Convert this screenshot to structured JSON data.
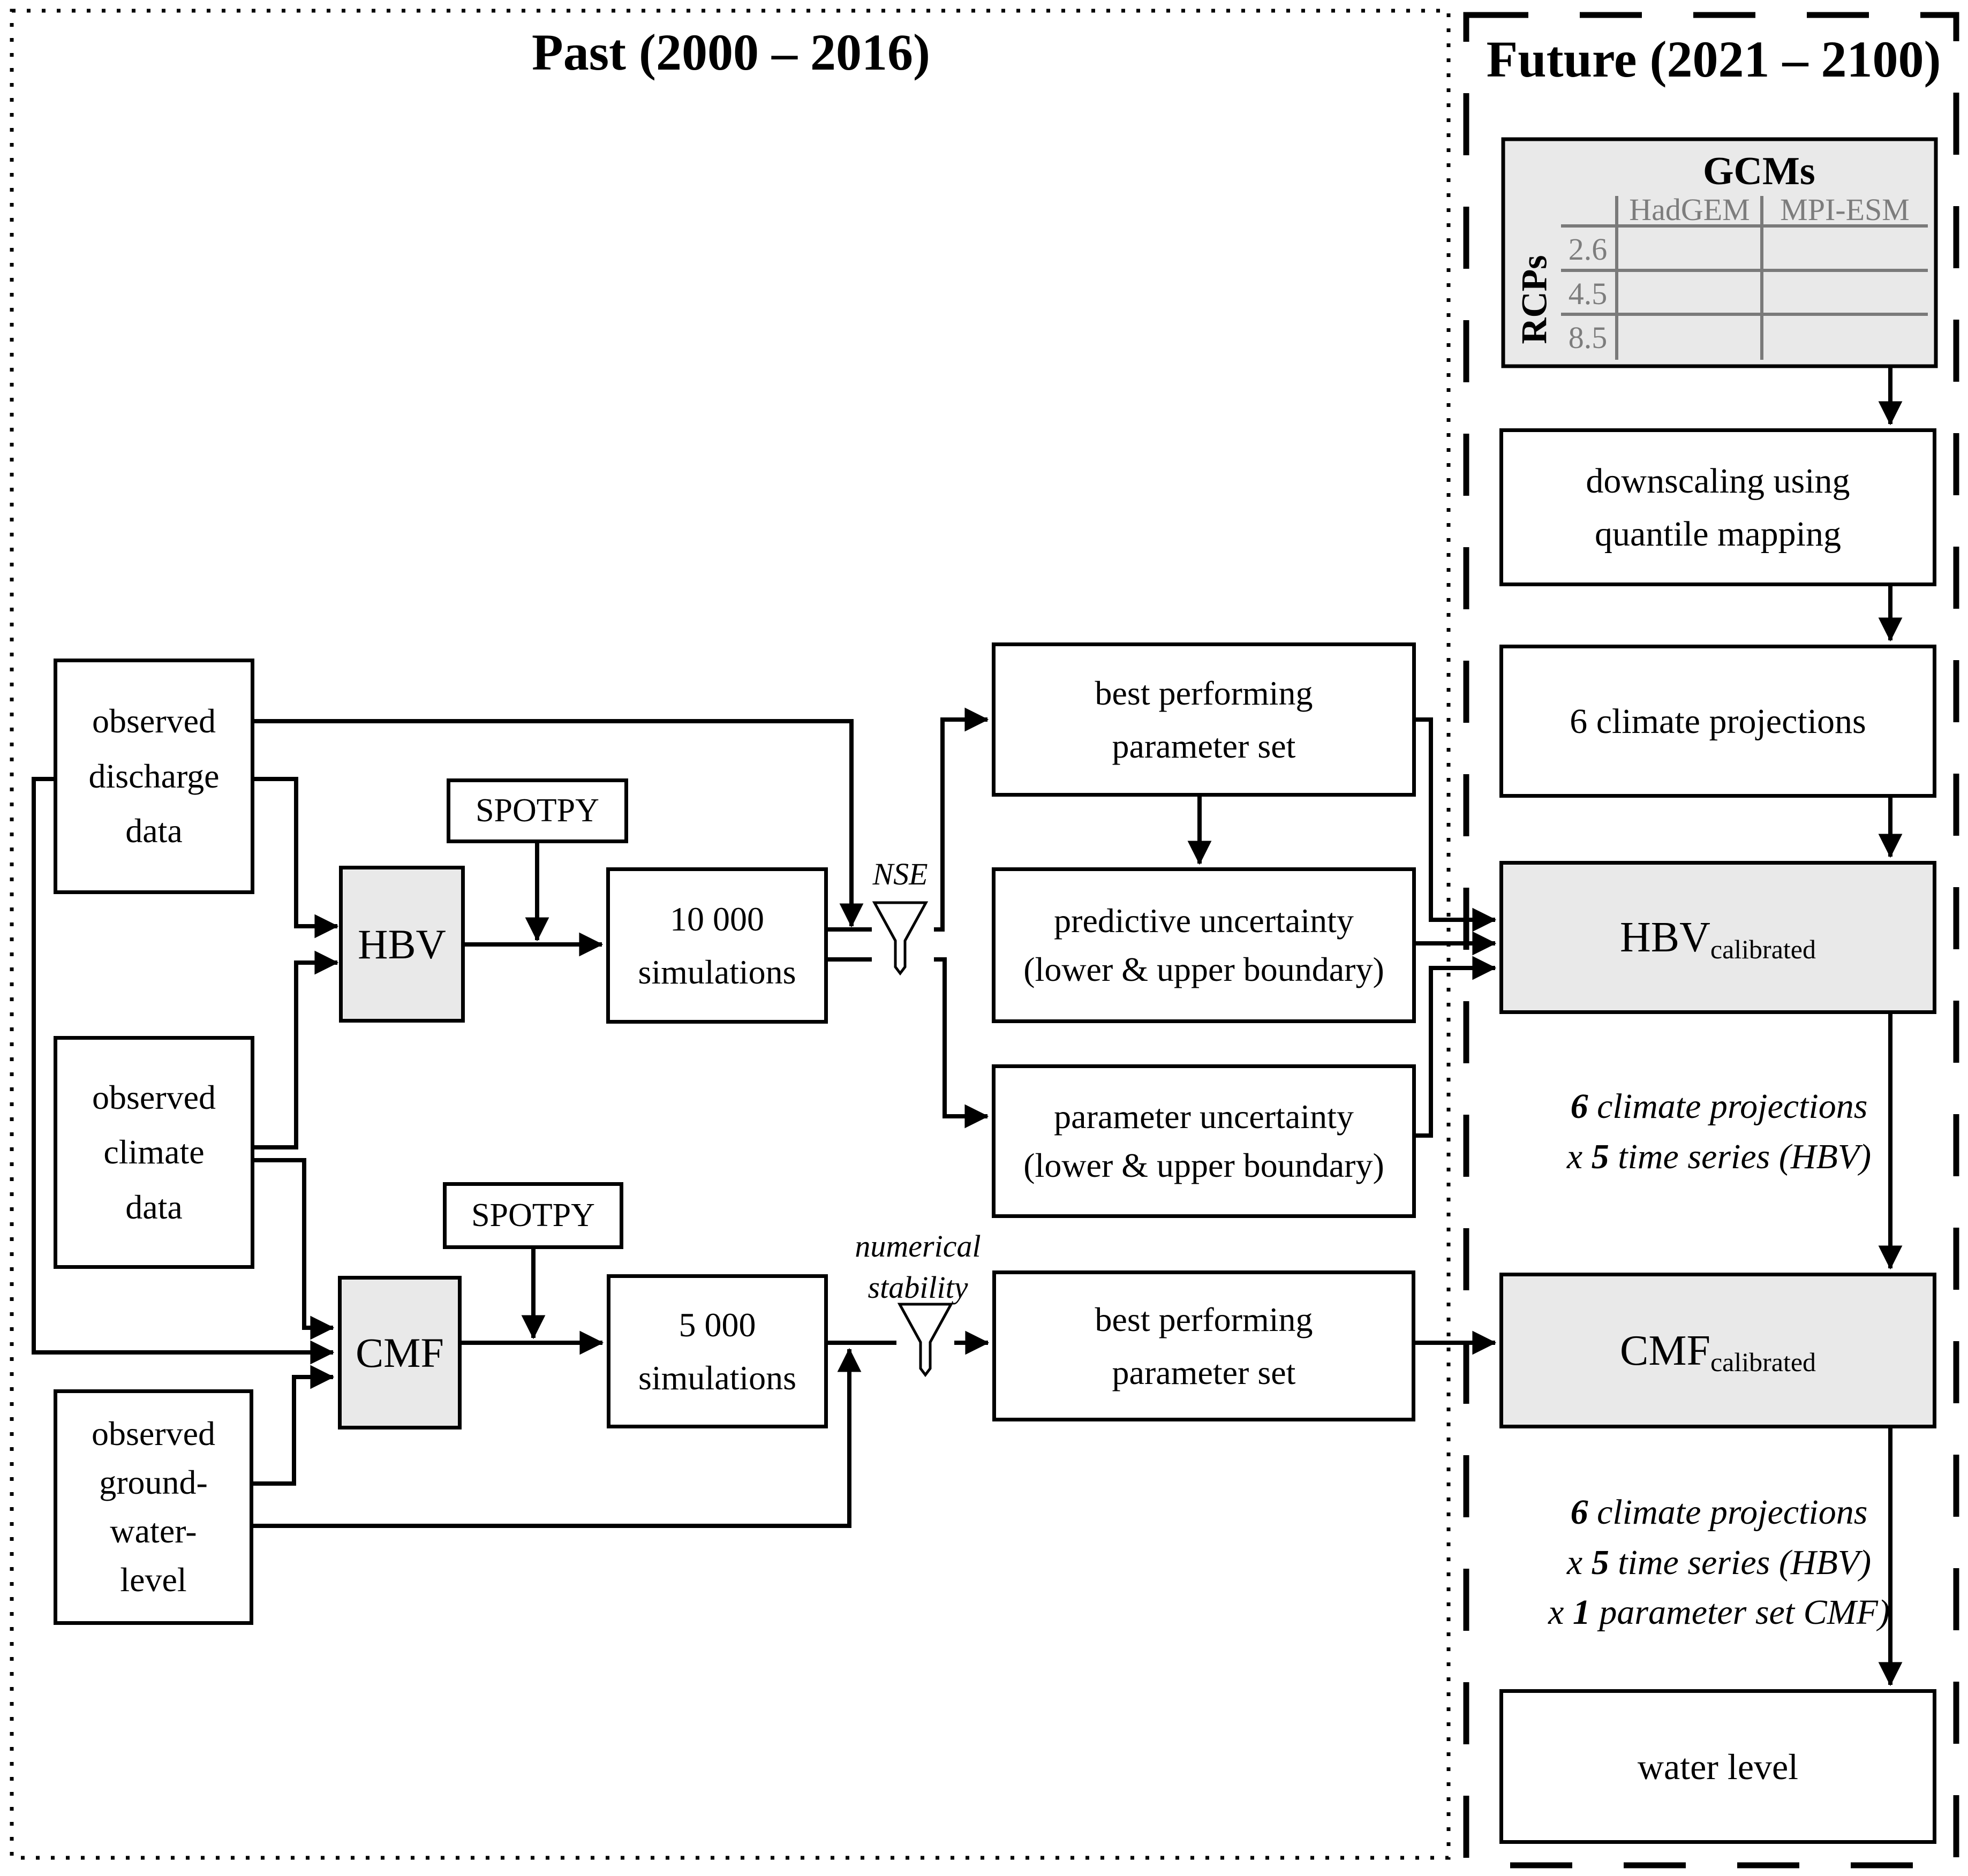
{
  "past_panel": {
    "title": "Past (2000 – 2016)"
  },
  "future_panel": {
    "title": "Future (2021 – 2100)"
  },
  "boxes": {
    "observed_discharge": {
      "lines": [
        "observed",
        "discharge",
        "data"
      ]
    },
    "observed_climate": {
      "lines": [
        "observed",
        "climate",
        "data"
      ]
    },
    "observed_groundwater": {
      "lines": [
        "observed",
        "ground-",
        "water-",
        "level"
      ]
    },
    "hbv": {
      "label": "HBV"
    },
    "cmf": {
      "label": "CMF"
    },
    "spotpy_hbv": {
      "label": "SPOTPY"
    },
    "spotpy_cmf": {
      "label": "SPOTPY"
    },
    "sim_10000": {
      "lines": [
        "10 000",
        "simulations"
      ]
    },
    "sim_5000": {
      "lines": [
        "5 000",
        "simulations"
      ]
    },
    "best_param_hbv": {
      "lines": [
        "best performing",
        "parameter set"
      ]
    },
    "predictive_uncertainty": {
      "lines": [
        "predictive uncertainty",
        "(lower & upper boundary)"
      ]
    },
    "parameter_uncertainty": {
      "lines": [
        "parameter uncertainty",
        "(lower & upper boundary)"
      ]
    },
    "best_param_cmf": {
      "lines": [
        "best performing",
        "parameter set"
      ]
    },
    "downscaling": {
      "lines": [
        "downscaling using",
        "quantile mapping"
      ]
    },
    "climate_projections": {
      "label": "6 climate projections"
    },
    "hbv_calibrated": {
      "main": "HBV",
      "sub": "calibrated"
    },
    "cmf_calibrated": {
      "main": "CMF",
      "sub": "calibrated"
    },
    "water_level": {
      "label": "water level"
    }
  },
  "gcm_table": {
    "title": "GCMs",
    "row_axis": "RCPs",
    "col_headers": [
      "HadGEM",
      "MPI-ESM"
    ],
    "row_labels": [
      "2.6",
      "4.5",
      "8.5"
    ]
  },
  "filter_labels": {
    "nse": "NSE",
    "numerical_stability": [
      "numerical",
      "stability"
    ]
  },
  "notes": {
    "hbv": [
      {
        "pre": "",
        "num": "6",
        "post": " climate projections"
      },
      {
        "pre": "x ",
        "num": "5",
        "post": " time series (HBV)"
      }
    ],
    "cmf": [
      {
        "pre": "",
        "num": "6",
        "post": " climate projections"
      },
      {
        "pre": "x ",
        "num": "5",
        "post": " time series (HBV)"
      },
      {
        "pre": "x ",
        "num": "1",
        "post": " parameter set CMF)"
      }
    ]
  },
  "colors": {
    "box_gray": "#e9e9e9",
    "table_line": "#7a7a7a",
    "table_text": "#7d7d7d",
    "ink": "#000000"
  }
}
